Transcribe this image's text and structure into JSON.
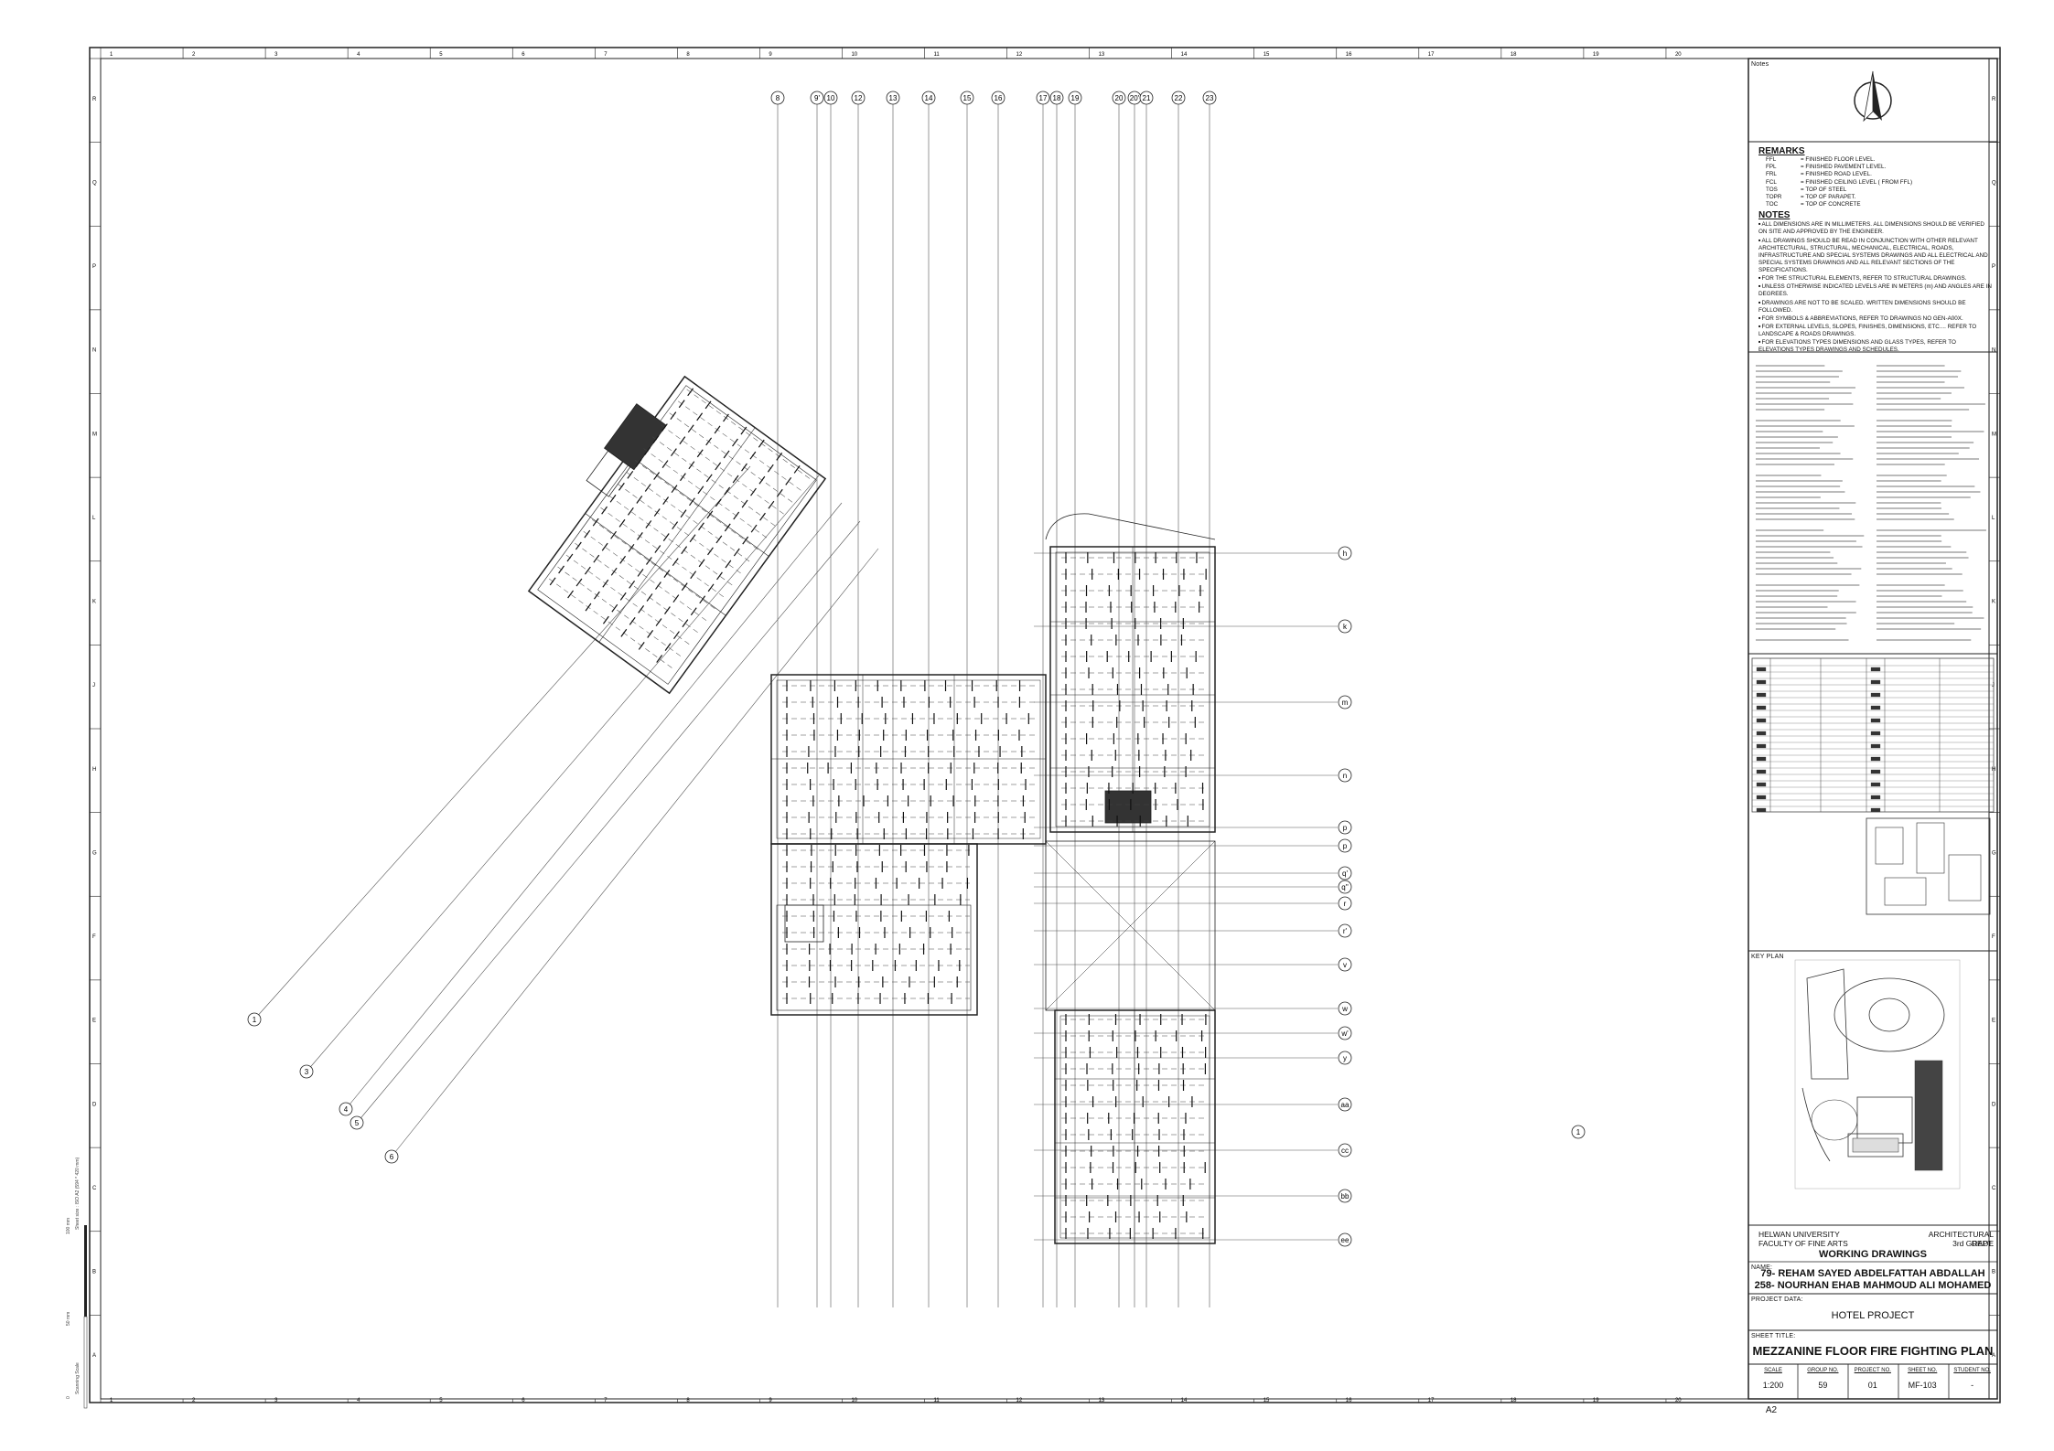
{
  "border": {
    "column_refs": [
      "1",
      "2",
      "3",
      "4",
      "5",
      "6",
      "7",
      "8",
      "9",
      "10",
      "11",
      "12",
      "13",
      "14",
      "15",
      "16",
      "17",
      "18",
      "19",
      "20"
    ],
    "row_refs": [
      "R",
      "Q",
      "P",
      "N",
      "M",
      "L",
      "K",
      "J",
      "H",
      "G",
      "F",
      "E",
      "D",
      "C",
      "B",
      "A"
    ]
  },
  "grid_columns": [
    "8",
    "9'",
    "10",
    "12",
    "13",
    "14",
    "15",
    "16",
    "17",
    "18",
    "19",
    "20",
    "20'",
    "21",
    "22",
    "23"
  ],
  "grid_rows": [
    "h",
    "k",
    "m",
    "n",
    "p",
    "p",
    "q'",
    "q''",
    "r",
    "r'",
    "v",
    "w",
    "w'",
    "y",
    "aa",
    "cc",
    "bb",
    "ee"
  ],
  "angled_grid": [
    "1",
    "3",
    "4",
    "5",
    "6"
  ],
  "misc_bubble": "1",
  "title_block": {
    "notes_header": "Notes",
    "remarks_title": "REMARKS",
    "remarks": [
      {
        "abbr": "FFL",
        "desc": "= FINISHED FLOOR LEVEL."
      },
      {
        "abbr": "FPL",
        "desc": "= FINISHED PAVEMENT LEVEL."
      },
      {
        "abbr": "FRL",
        "desc": "= FINISHED ROAD LEVEL."
      },
      {
        "abbr": "FCL",
        "desc": "= FINISHED CEILING LEVEL ( FROM FFL)"
      },
      {
        "abbr": "TOS",
        "desc": "= TOP OF STEEL"
      },
      {
        "abbr": "TOPR",
        "desc": "= TOP OF PARAPET."
      },
      {
        "abbr": "TOC",
        "desc": "= TOP OF CONCRETE"
      }
    ],
    "notes_title": "NOTES",
    "notes": [
      "ALL DIMENSIONS ARE IN MILLIMETERS. ALL DIMENSIONS SHOULD BE VERIFIED ON SITE AND APPROVED BY THE ENGINEER.",
      "ALL DRAWINGS SHOULD BE READ IN CONJUNCTION WITH OTHER RELEVANT ARCHITECTURAL, STRUCTURAL, MECHANICAL, ELECTRICAL, ROADS, INFRASTRUCTURE AND SPECIAL SYSTEMS DRAWINGS AND ALL ELECTRICAL AND SPECIAL SYSTEMS DRAWINGS AND ALL RELEVANT SECTIONS OF THE SPECIFICATIONS.",
      "FOR THE STRUCTURAL ELEMENTS, REFER TO STRUCTURAL DRAWINGS.",
      "UNLESS OTHERWISE INDICATED LEVELS ARE IN METERS (m) AND ANGLES ARE IN DEGREES.",
      "DRAWINGS ARE NOT TO BE SCALED. WRITTEN DIMENSIONS SHOULD BE FOLLOWED.",
      "FOR SYMBOLS & ABBREVIATIONS, REFER TO DRAWINGS NO GEN-A00X.",
      "FOR EXTERNAL LEVELS, SLOPES, FINISHES, DIMENSIONS, ETC.... REFER TO LANDSCAPE & ROADS DRAWINGS.",
      "FOR ELEVATIONS TYPES DIMENSIONS AND GLASS TYPES, REFER TO ELEVATIONS TYPES DRAWINGS AND SCHEDULES."
    ],
    "key_plan_label": "KEY PLAN",
    "university": "HELWAN UNIVERSITY",
    "faculty": "FACULTY OF FINE ARTS",
    "department": "ARCHITECTURAL DEPT.",
    "grade": "3rd GRADE",
    "drawing_type": "WORKING DRAWINGS",
    "name_label": "NAME:",
    "student_1": "79- REHAM SAYED ABDELFATTAH ABDALLAH",
    "student_2": "258- NOURHAN EHAB MAHMOUD ALI MOHAMED",
    "project_data_label": "PROJECT DATA:",
    "project_name": "HOTEL PROJECT",
    "sheet_title_label": "SHEET TITLE:",
    "sheet_title": "MEZZANINE FLOOR FIRE FIGHTING PLAN",
    "fields": [
      {
        "label": "SCALE",
        "value": "1:200"
      },
      {
        "label": "GROUP NO.",
        "value": "59"
      },
      {
        "label": "PROJECT NO.",
        "value": "01"
      },
      {
        "label": "SHEET NO.",
        "value": "MF-103"
      },
      {
        "label": "STUDENT NO.",
        "value": "-"
      }
    ],
    "paper_size": "A2"
  },
  "side_text": {
    "scale_note": "Sheet size : ISO A2 (594 * 420 mm)",
    "scanning": "Scanning Scale",
    "mm_a": "0",
    "mm_b": "50 mm",
    "mm_c": "100 mm"
  }
}
